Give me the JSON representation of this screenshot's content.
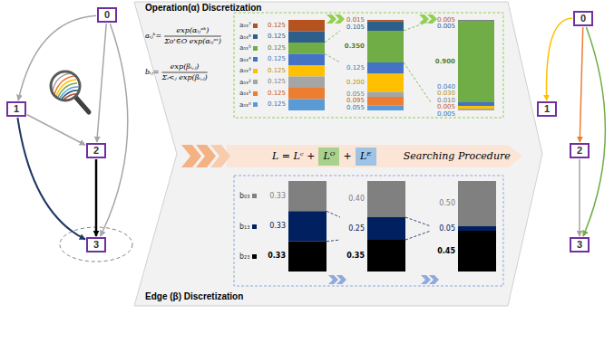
{
  "diagram": {
    "nodes": [
      {
        "text": [
          "0"
        ]
      },
      {
        "text": [
          "1"
        ]
      },
      {
        "text": [
          "2"
        ]
      },
      {
        "text": [
          "3"
        ]
      },
      {
        "text": [
          "0"
        ]
      },
      {
        "text": [
          "1"
        ]
      },
      {
        "text": [
          "2"
        ]
      },
      {
        "text": [
          "3"
        ]
      },
      {
        "text": [
          "Lᴼ"
        ]
      },
      {
        "text": [
          "Lᴱ"
        ]
      }
    ],
    "edges": [
      {
        "from": 0,
        "to": 1,
        "arrow": "to"
      },
      {
        "from": 0,
        "to": 2,
        "arrow": "to"
      },
      {
        "from": 0,
        "to": 3,
        "arrow": "to"
      },
      {
        "from": 1,
        "to": 2,
        "arrow": "to"
      },
      {
        "from": 1,
        "to": 3,
        "arrow": "to"
      },
      {
        "from": 2,
        "to": 3,
        "arrow": "to"
      },
      {
        "from": 4,
        "to": 5,
        "arrow": "to"
      },
      {
        "from": 4,
        "to": 6,
        "arrow": "to"
      },
      {
        "from": 4,
        "to": 7,
        "arrow": "to"
      },
      {
        "from": 6,
        "to": 7,
        "arrow": "to"
      }
    ],
    "labels": [
      "Operation(α) Discretization",
      "aᵢⱼᵏ=",
      "exp(αᵢⱼᵒᵏ)",
      "Σo'∈O exp(αᵢⱼᵒ')",
      "bᵢⱼ=",
      "exp(βᵢ,ⱼ)",
      "Σᵢ<ⱼ exp(βᵢ,ⱼ)",
      "Edge (β) Discretization",
      "L = Lᶜ +",
      "+",
      "Searching Procedure",
      "0.125",
      "0.125",
      "0.125",
      "0.125",
      "0.125",
      "0.125",
      "0.125",
      "0.125",
      "0.015",
      "0.105",
      "0.350",
      "0.125",
      "0.200",
      "0.055",
      "0.095",
      "0.055",
      "0.005",
      "0.005",
      "0.900",
      "0.040",
      "0.030",
      "0.010",
      "0.005",
      "0.005",
      "0.33",
      "0.33",
      "0.33",
      "0.40",
      "0.25",
      "0.35",
      "0.50",
      "0.05",
      "0.45"
    ],
    "legend": [
      {
        "text": "a₀₃⁷",
        "color": "#b5531f"
      },
      {
        "text": "a₀₃⁶",
        "color": "#2e5f8a"
      },
      {
        "text": "a₀₃⁵",
        "color": "#70ad47"
      },
      {
        "text": "a₀₃⁴",
        "color": "#4472c4"
      },
      {
        "text": "a₀₃³",
        "color": "#ffc000"
      },
      {
        "text": "a₀₃²",
        "color": "#a5a5a5"
      },
      {
        "text": "a₀₃¹",
        "color": "#ed7d31"
      },
      {
        "text": "a₀₃⁰",
        "color": "#5b9bd5"
      },
      {
        "text": "b₀₃",
        "color": "#808080"
      },
      {
        "text": "b₁₃",
        "color": "#002060"
      },
      {
        "text": "b₂₃",
        "color": "#000000"
      }
    ]
  }
}
